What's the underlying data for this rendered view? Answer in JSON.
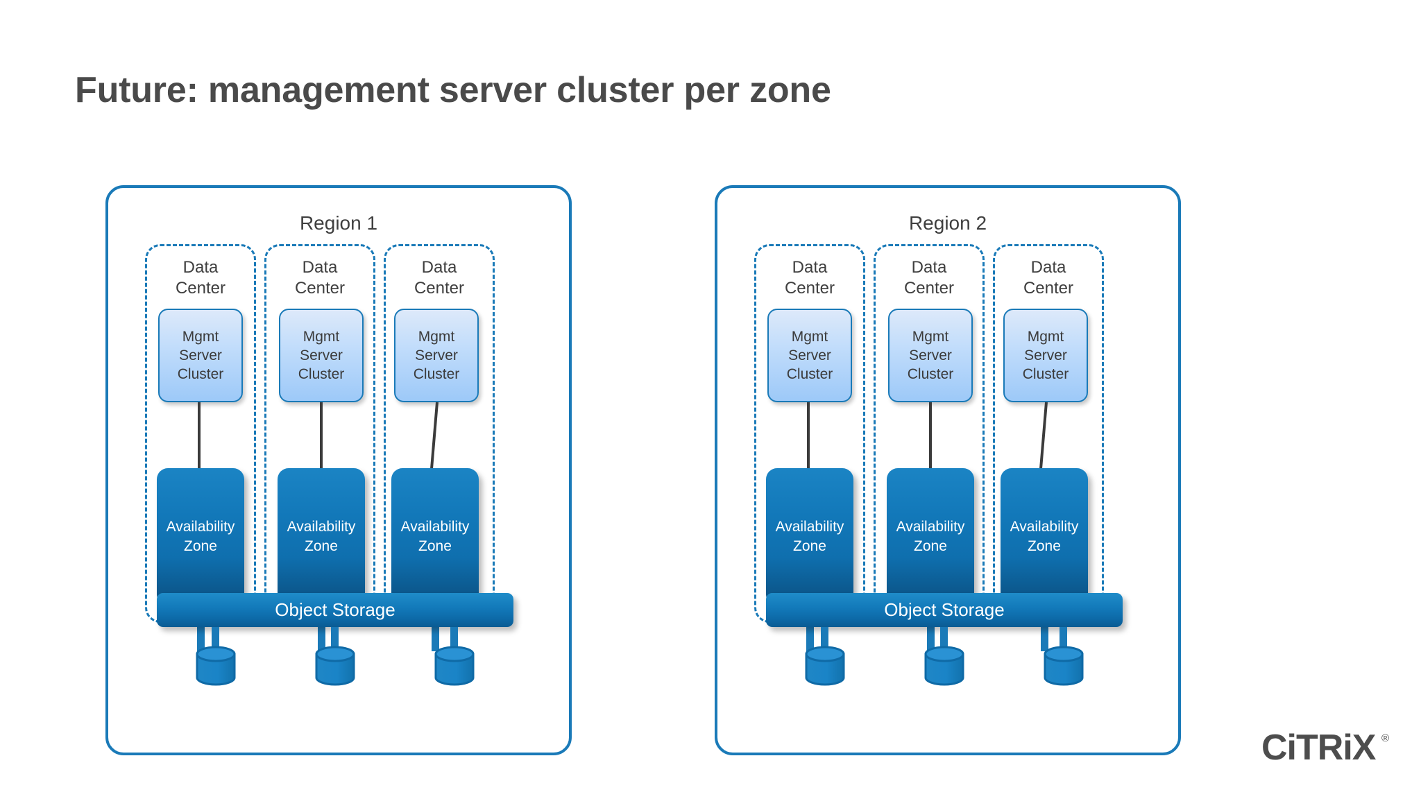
{
  "slide": {
    "title": "Future: management server cluster per zone",
    "background": "#ffffff"
  },
  "colors": {
    "region_border": "#1a7ab8",
    "datacenter_border": "#1a7ab8",
    "mgmt_fill_top": "#dde9fa",
    "mgmt_fill_bottom": "#9dc9f8",
    "az_fill_top": "#1b84c4",
    "az_fill_bottom": "#0a4f80",
    "storage_bar": "#1279b9",
    "connector_line": "#3b3b3b",
    "title_text": "#4a4a4a",
    "body_text": "#3f3f3f",
    "logo_text": "#4d4d4d"
  },
  "regions": [
    {
      "label": "Region 1",
      "datacenters": [
        {
          "label": "Data\nCenter",
          "mgmt": "Mgmt\nServer\nCluster",
          "az": "Availability\nZone"
        },
        {
          "label": "Data\nCenter",
          "mgmt": "Mgmt\nServer\nCluster",
          "az": "Availability\nZone"
        },
        {
          "label": "Data\nCenter",
          "mgmt": "Mgmt\nServer\nCluster",
          "az": "Availability\nZone"
        }
      ],
      "object_storage": "Object Storage",
      "storage_nodes": [
        "storage-cylinder",
        "storage-cylinder",
        "storage-cylinder"
      ]
    },
    {
      "label": "Region 2",
      "datacenters": [
        {
          "label": "Data\nCenter",
          "mgmt": "Mgmt\nServer\nCluster",
          "az": "Availability\nZone"
        },
        {
          "label": "Data\nCenter",
          "mgmt": "Mgmt\nServer\nCluster",
          "az": "Availability\nZone"
        },
        {
          "label": "Data\nCenter",
          "mgmt": "Mgmt\nServer\nCluster",
          "az": "Availability\nZone"
        }
      ],
      "object_storage": "Object Storage",
      "storage_nodes": [
        "storage-cylinder",
        "storage-cylinder",
        "storage-cylinder"
      ]
    }
  ],
  "logo": {
    "text": "CiTRiX",
    "registered_mark": "®"
  }
}
